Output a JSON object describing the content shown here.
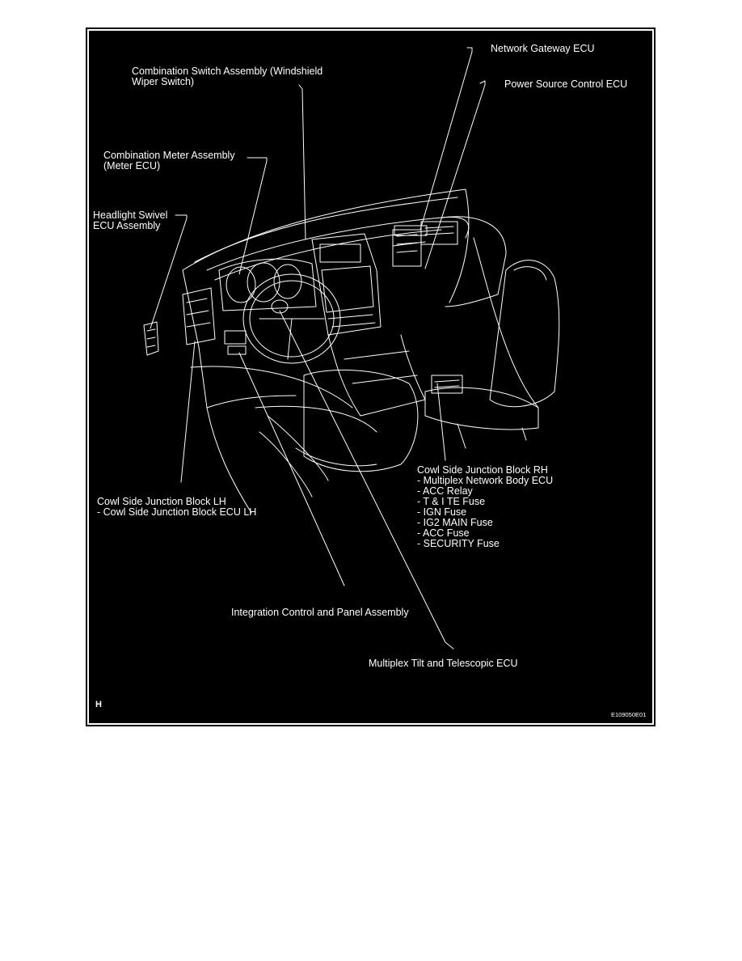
{
  "labels": {
    "network_gateway_ecu": "Network Gateway ECU",
    "power_source_control_ecu": "Power Source Control ECU",
    "combination_switch": [
      "Combination Switch Assembly (Windshield",
      "Wiper Switch)"
    ],
    "combination_meter": [
      "Combination Meter Assembly",
      "(Meter ECU)"
    ],
    "headlight_swivel": [
      "Headlight Swivel",
      "ECU Assembly"
    ],
    "cowl_side_jb_lh": [
      "Cowl Side Junction Block LH",
      "- Cowl Side Junction Block ECU LH"
    ],
    "cowl_side_jb_rh": [
      "Cowl Side Junction Block RH",
      "- Multiplex Network Body ECU",
      "- ACC Relay",
      "- T & I TE Fuse",
      "- IGN Fuse",
      "- IG2 MAIN Fuse",
      "- ACC Fuse",
      "- SECURITY Fuse"
    ],
    "integration_control_panel": "Integration Control and Panel Assembly",
    "multiplex_tilt_telescopic": "Multiplex Tilt and Telescopic ECU"
  },
  "corner_letter": "H",
  "figure_code": "E109050E01",
  "colors": {
    "background": "#000000",
    "ink": "#ffffff",
    "page": "#ffffff"
  }
}
